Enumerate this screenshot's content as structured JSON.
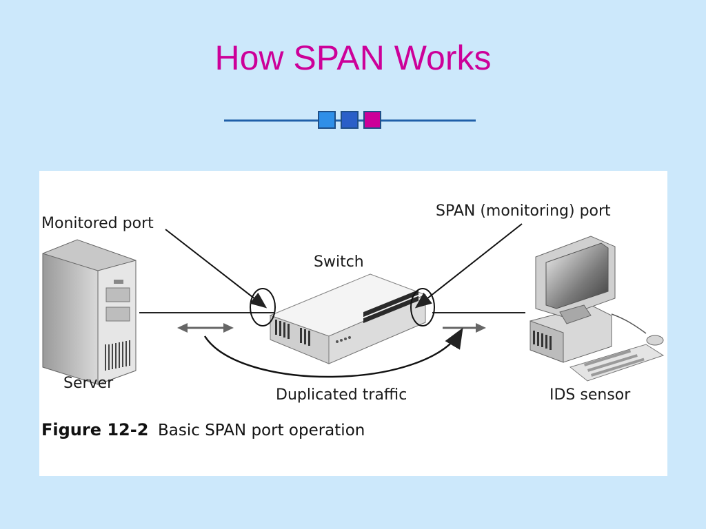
{
  "slide": {
    "title": "How SPAN Works"
  },
  "figure": {
    "labels": {
      "monitored_port": "Monitored port",
      "span_port": "SPAN (monitoring) port",
      "switch": "Switch",
      "server": "Server",
      "duplicated_traffic": "Duplicated traffic",
      "ids_sensor": "IDS sensor"
    },
    "caption": {
      "number": "Figure 12-2",
      "text": "Basic SPAN port operation"
    }
  },
  "colors": {
    "background": "#cce8fb",
    "title": "#cc0099",
    "rule_line": "#1f5fa8",
    "square_light": "#2f8fe8",
    "square_mid": "#2a5fc8",
    "square_accent": "#cc0099"
  },
  "icons": [
    "server-icon",
    "switch-icon",
    "ids-sensor-computer-icon",
    "mouse-icon",
    "keyboard-icon"
  ]
}
